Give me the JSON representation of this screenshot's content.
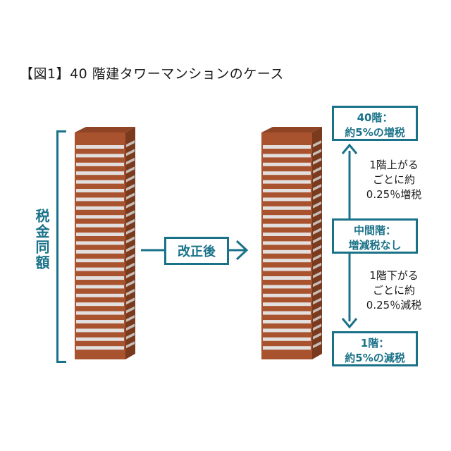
{
  "figure": {
    "title": "【図1】40 階建タワーマンションのケース"
  },
  "left": {
    "bracket_label": "税金同額"
  },
  "arrow": {
    "label": "改正後"
  },
  "callouts": {
    "top": {
      "line1": "40階：",
      "line2": "約5%の増税"
    },
    "middle": {
      "line1": "中間階：",
      "line2": "増減税なし"
    },
    "bottom": {
      "line1": "1階：",
      "line2": "約5%の減税"
    }
  },
  "notes": {
    "up": {
      "line1": "1階上がる",
      "line2": "ごとに約",
      "line3": "0.25％増税"
    },
    "down": {
      "line1": "1階下がる",
      "line2": "ごとに約",
      "line3": "0.25％減税"
    }
  },
  "colors": {
    "accent": "#1a7289",
    "brick": "#a8532e",
    "brick_dark": "#7a3a1d",
    "window": "#e8ecef"
  },
  "icons": {
    "main_arrow": "arrow-right-icon",
    "floor_arrow": "double-vertical-arrow-icon"
  }
}
